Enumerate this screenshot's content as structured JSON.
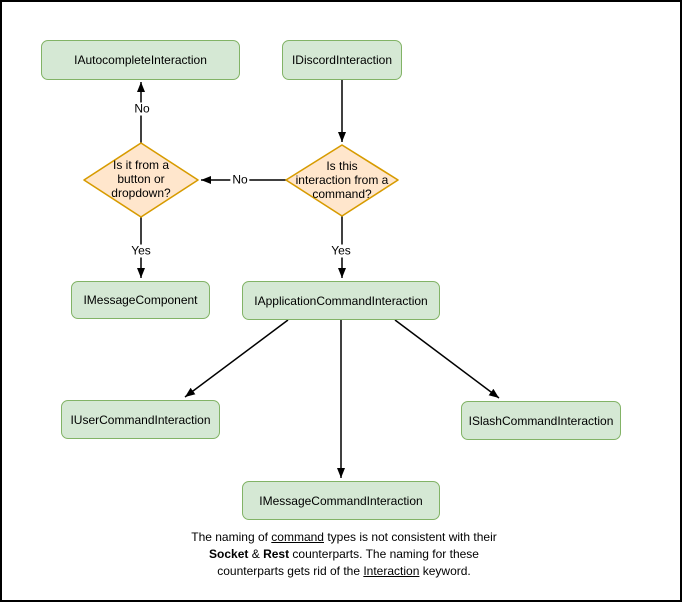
{
  "diagram": {
    "nodes": {
      "autocomplete": {
        "label": "IAutocompleteInteraction"
      },
      "discord": {
        "label": "IDiscordInteraction"
      },
      "message_component": {
        "label": "IMessageComponent"
      },
      "application_command": {
        "label": "IApplicationCommandInteraction"
      },
      "user_command": {
        "label": "IUserCommandInteraction"
      },
      "slash_command": {
        "label": "ISlashCommandInteraction"
      },
      "message_command": {
        "label": "IMessageCommandInteraction"
      }
    },
    "decisions": {
      "button_dropdown": {
        "line1": "Is it from a",
        "line2": "button or",
        "line3": "dropdown?"
      },
      "from_command": {
        "line1": "Is this",
        "line2": "interaction from a",
        "line3": "command?"
      }
    },
    "edge_labels": {
      "no_top": "No",
      "no_mid": "No",
      "yes_left": "Yes",
      "yes_right": "Yes"
    },
    "note": {
      "l1p1": "The naming of ",
      "l1p2": "command",
      "l1p3": " types is not consistent with their",
      "l2p1": "Socket",
      "l2p2": " & ",
      "l2p3": "Rest",
      "l2p4": " counterparts. The naming for these",
      "l3p1": "counterparts gets rid of the ",
      "l3p2": "Interaction",
      "l3p3": " keyword."
    },
    "colors": {
      "node_fill": "#d5e8d4",
      "node_border": "#82b366",
      "decision_fill": "#ffe6cc",
      "decision_border": "#d79b00",
      "edge": "#000000"
    }
  }
}
